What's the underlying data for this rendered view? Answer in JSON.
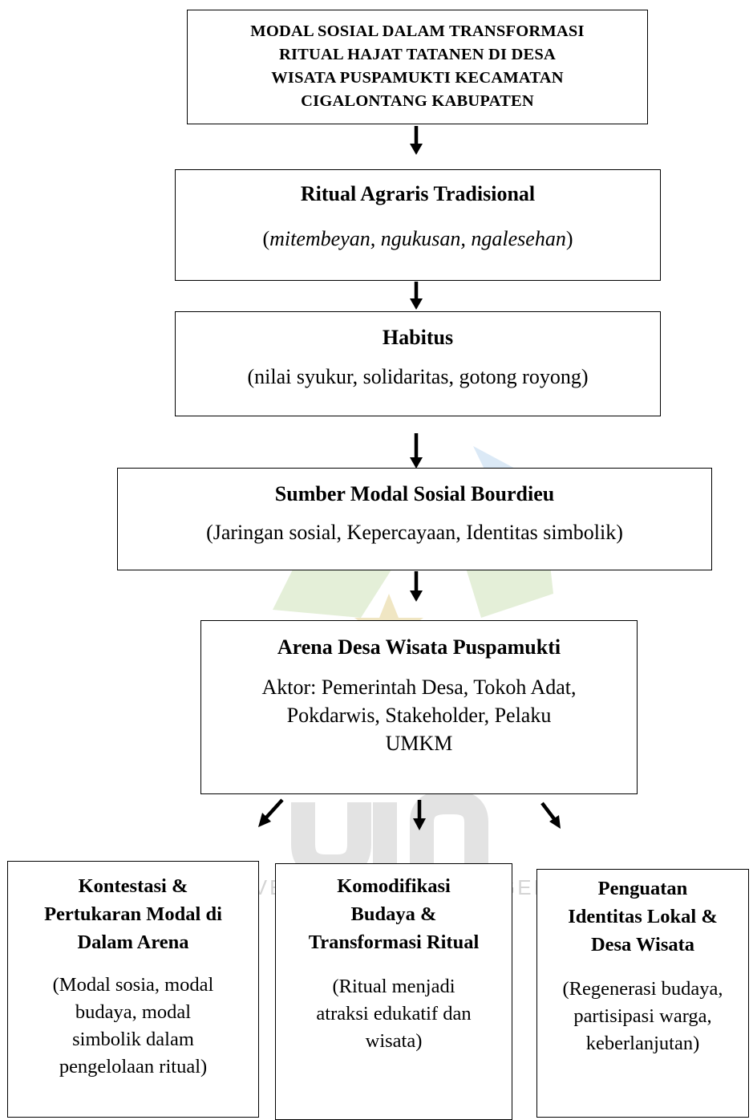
{
  "diagram": {
    "root": {
      "title": "MODAL SOSIAL DALAM TRANSFORMASI RITUAL HAJAT TATANEN DI DESA WISATA PUSPAMUKTI KECAMATAN CIGALONTANG KABUPATEN",
      "lines": [
        "MODAL SOSIAL DALAM TRANSFORMASI",
        "RITUAL HAJAT TATANEN DI DESA",
        "WISATA PUSPAMUKTI KECAMATAN",
        "CIGALONTANG KABUPATEN"
      ]
    },
    "ritual": {
      "title": "Ritual Agraris Tradisional",
      "open_paren": "(",
      "terms": "mitembeyan, ngukusan, ngalesehan",
      "close_paren": ")"
    },
    "habitus": {
      "title": "Habitus",
      "subtitle": "(nilai syukur, solidaritas, gotong royong)"
    },
    "modal": {
      "title": "Sumber Modal Sosial Bourdieu",
      "subtitle": "(Jaringan sosial, Kepercayaan, Identitas simbolik)"
    },
    "arena": {
      "title": "Arena Desa Wisata Puspamukti",
      "lines": [
        "Aktor: Pemerintah Desa, Tokoh Adat,",
        "Pokdarwis, Stakeholder, Pelaku",
        "UMKM"
      ]
    },
    "outcomes": [
      {
        "title_lines": [
          "Kontestasi &",
          "Pertukaran Modal di",
          "Dalam Arena"
        ],
        "desc_lines": [
          "(Modal sosia, modal",
          "budaya, modal",
          "simbolik dalam",
          "pengelolaan ritual)"
        ]
      },
      {
        "title_lines": [
          "Komodifikasi",
          "Budaya &",
          "Transformasi Ritual"
        ],
        "desc_lines": [
          "(Ritual menjadi",
          "atraksi edukatif dan",
          "wisata)"
        ]
      },
      {
        "title_lines": [
          "Penguatan",
          "Identitas Lokal &",
          "Desa Wisata"
        ],
        "desc_lines": [
          "(Regenerasi budaya,",
          "partisipasi warga,",
          "keberlanjutan)"
        ]
      }
    ]
  },
  "colors": {
    "line": "#000000",
    "watermark_blue": "#dbe9f6",
    "watermark_green": "#e4efd8",
    "watermark_gold": "#f0e6c3",
    "watermark_gray": "#e3e3e3"
  },
  "watermark": {
    "logo_text": "UIN",
    "caption": "UNIVERSITAS ISLAM NEGERI SUNAN GUNUNG DJATI"
  }
}
